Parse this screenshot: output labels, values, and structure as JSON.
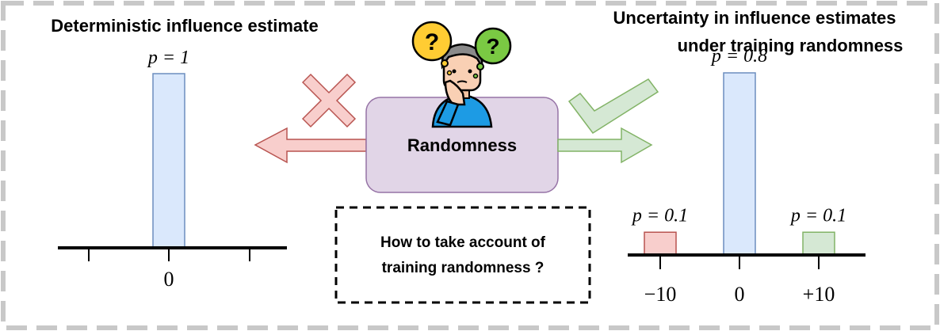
{
  "left_panel": {
    "title": "Deterministic influence estimate",
    "bar_label": "p = 1",
    "tick_label": "0",
    "bar_probability": 1
  },
  "right_panel": {
    "title_line1": "Uncertainty in influence estimates",
    "title_line2": "under training randomness",
    "bars": [
      {
        "label": "p = 0.1",
        "tick": "−10",
        "probability": 0.1
      },
      {
        "label": "p = 0.8",
        "tick": "0",
        "probability": 0.8
      },
      {
        "label": "p = 0.1",
        "tick": "+10",
        "probability": 0.1
      }
    ]
  },
  "center": {
    "box_label": "Randomness",
    "question_line1": "How to take account of",
    "question_line2": "training randomness ?",
    "bubble_left": "?",
    "bubble_right": "?"
  },
  "colors": {
    "bar_blue_fill": "#dae8fc",
    "bar_blue_stroke": "#6c8ebf",
    "bar_red_fill": "#f8cecc",
    "bar_red_stroke": "#b85450",
    "bar_green_fill": "#d5e8d4",
    "bar_green_stroke": "#82b366",
    "box_fill": "#e1d5e7",
    "box_stroke": "#9673a6",
    "dash_border": "#c8c8c8"
  },
  "icons": [
    "cross-icon",
    "checkmark-icon",
    "thinking-person-icon",
    "question-bubble-icon"
  ]
}
